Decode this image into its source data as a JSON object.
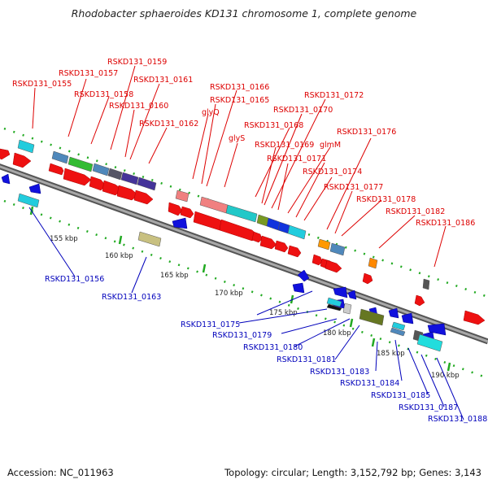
{
  "title": "Rhodobacter sphaeroides KD131 chromosome 1, complete genome",
  "footer": {
    "accession_label": "Accession:",
    "accession": "NC_011963",
    "summary": "Topology: circular; Length: 3,152,792 bp; Genes: 3,143"
  },
  "ticks": [
    "155 kbp",
    "160 kbp",
    "165 kbp",
    "170 kbp",
    "175 kbp",
    "180 kbp",
    "185 kbp",
    "190 kbp"
  ],
  "top_labels": [
    "RSKD131_0159",
    "RSKD131_0157",
    "RSKD131_0161",
    "RSKD131_0155",
    "RSKD131_0158",
    "RSKD131_0160",
    "RSKD131_0162",
    "RSKD131_0166",
    "RSKD131_0165",
    "glyQ",
    "RSKD131_0172",
    "RSKD131_0170",
    "RSKD131_0168",
    "glyS",
    "RSKD131_0176",
    "RSKD131_0169",
    "glmM",
    "RSKD131_0171",
    "RSKD131_0174",
    "RSKD131_0177",
    "RSKD131_0178",
    "RSKD131_0182",
    "RSKD131_0186"
  ],
  "bottom_labels": [
    "RSKD131_0156",
    "RSKD131_0163",
    "RSKD131_0175",
    "RSKD131_0179",
    "RSKD131_0180",
    "RSKD131_0181",
    "RSKD131_0183",
    "RSKD131_0184",
    "RSKD131_0185",
    "RSKD131_0187",
    "RSKD131_0188"
  ],
  "colors": {
    "forward_label": "#dd0000",
    "reverse_label": "#0000bb",
    "forward_cds": "#ee1111",
    "reverse_cds": "#1111dd",
    "backbone": "#808080",
    "dotted_track": "#22aa22"
  }
}
